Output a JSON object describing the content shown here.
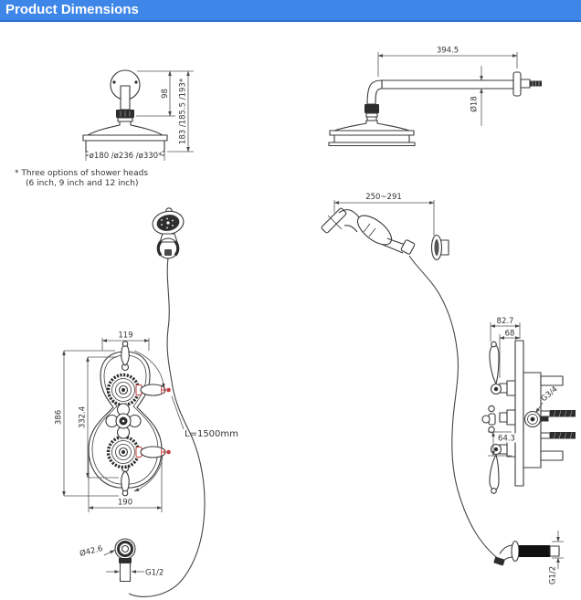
{
  "header": {
    "title": "Product Dimensions"
  },
  "colors": {
    "header_bg": "#3e86e8",
    "header_border": "#2f6fd0",
    "line": "#3a3a3a",
    "dim_line": "#555555",
    "accent_red": "#c24040"
  },
  "note": {
    "line1": "* Three options of shower heads",
    "line2": "(6 inch, 9 inch and 12 inch)"
  },
  "overhead_shower": {
    "drop_height": "98",
    "overall_height": "183 /185.5 /193*",
    "head_diameters": "ø180 /ø236 /ø330*"
  },
  "shower_arm": {
    "length": "394.5",
    "diameter": "Ø18"
  },
  "hand_shower": {
    "bracket_range": "250~291"
  },
  "valve_front": {
    "top_width": "119",
    "overall_height": "386",
    "inner_height": "332.4",
    "bottom_width": "190",
    "hose_length": "L=1500mm",
    "outlet_flange_diameter": "Ø42.6",
    "outlet_thread": "G1/2"
  },
  "valve_side": {
    "overall_depth": "82.7",
    "handle_depth": "68",
    "port_spacing": "64.3",
    "inlet_thread": "G3/4",
    "outlet_thread": "G1/2"
  }
}
